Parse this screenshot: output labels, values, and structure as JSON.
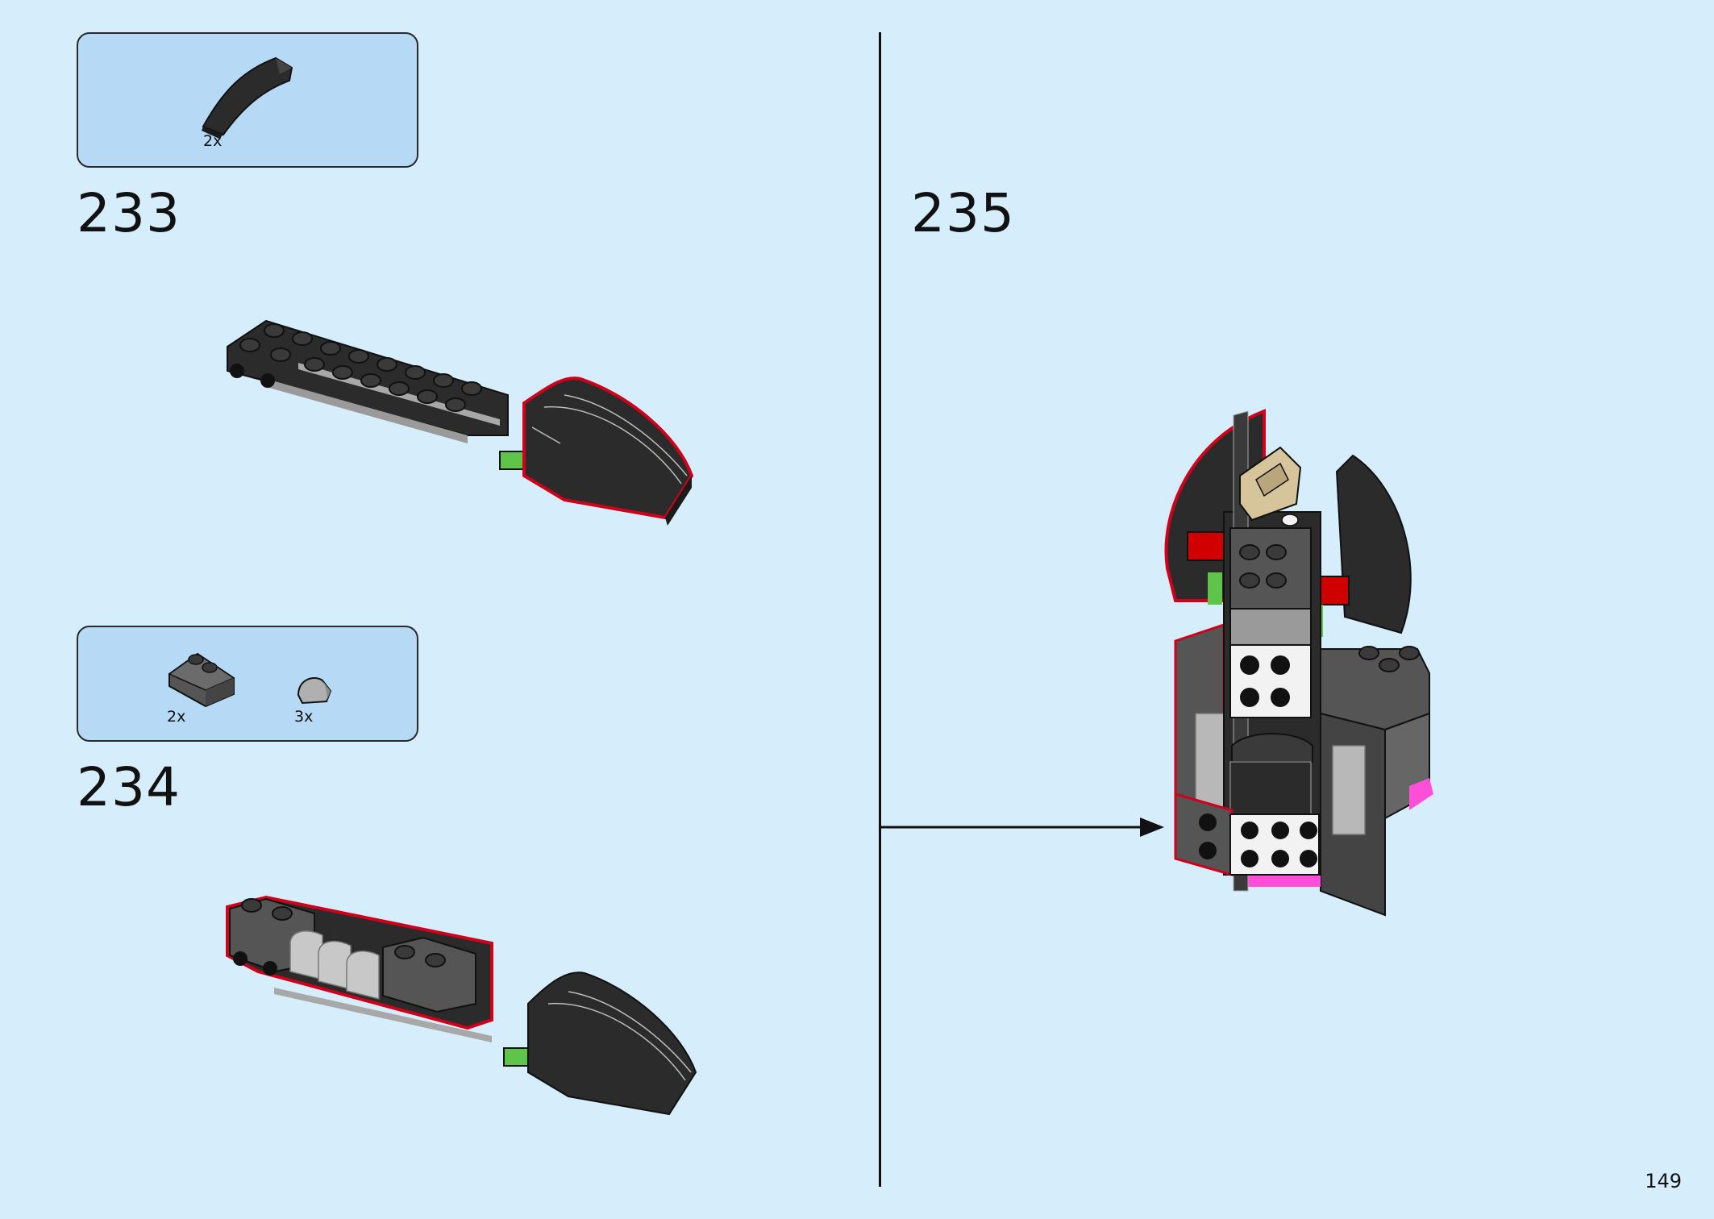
{
  "page": {
    "number": "149"
  },
  "steps": [
    {
      "number": "233",
      "parts": [
        {
          "qty": "2x",
          "icon": "curved-slope-black-icon"
        }
      ]
    },
    {
      "number": "234",
      "parts": [
        {
          "qty": "2x",
          "icon": "slope-brick-dark-gray-icon"
        },
        {
          "qty": "3x",
          "icon": "round-tile-light-gray-icon"
        }
      ]
    },
    {
      "number": "235",
      "parts": []
    }
  ],
  "colors": {
    "background": "#d6eefb",
    "parts_box": "#b6d9f6",
    "black_brick": "#2b2b2b",
    "dark_gray": "#555555",
    "light_gray": "#a8a8a8",
    "red": "#d10000",
    "green": "#5ec54a",
    "magenta": "#ff4fd8",
    "tan": "#d6c49a",
    "outline_red": "#d0021b"
  }
}
